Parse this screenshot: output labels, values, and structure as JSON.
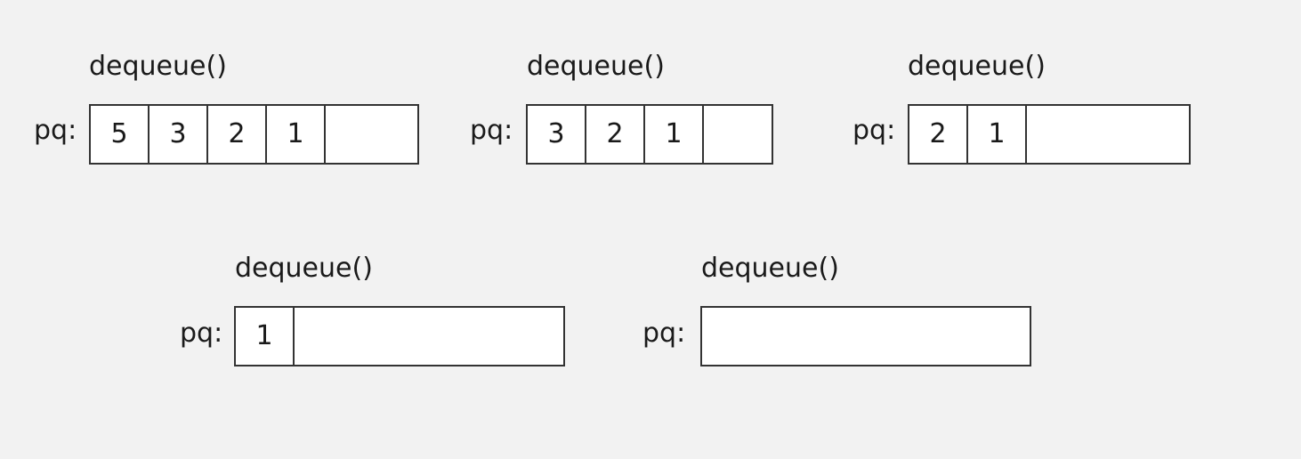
{
  "diagram": {
    "groups": [
      {
        "op": "dequeue()",
        "prefix": "pq:",
        "cells": [
          "5",
          "3",
          "2",
          "1"
        ]
      },
      {
        "op": "dequeue()",
        "prefix": "pq:",
        "cells": [
          "3",
          "2",
          "1"
        ]
      },
      {
        "op": "dequeue()",
        "prefix": "pq:",
        "cells": [
          "2",
          "1"
        ]
      },
      {
        "op": "dequeue()",
        "prefix": "pq:",
        "cells": [
          "1"
        ]
      },
      {
        "op": "dequeue()",
        "prefix": "pq:",
        "cells": []
      }
    ]
  }
}
